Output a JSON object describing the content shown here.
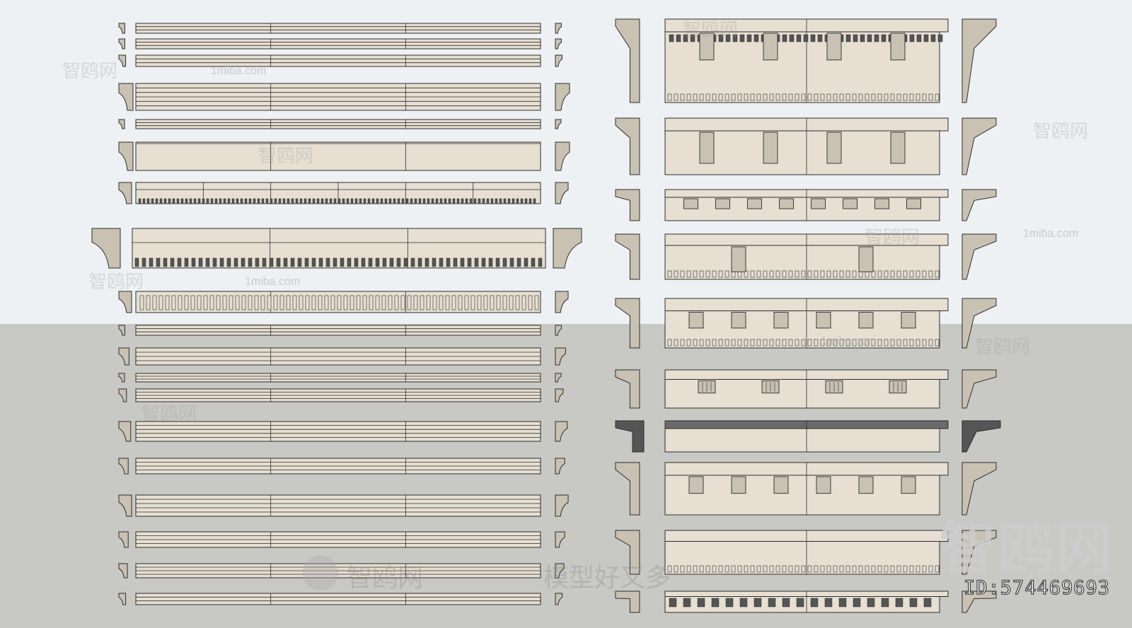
{
  "background": {
    "sky": "#eef1f4",
    "ground": "#c8c9c5"
  },
  "palette": {
    "molding_fill": "#e6dfd2",
    "molding_shade": "#c9c1b2",
    "edge": "#2d2d2d",
    "dark_face": "#555555"
  },
  "watermarks": {
    "brand_cn": "智鸥网",
    "site": "1miba.com",
    "slogan": "模型好又多"
  },
  "id_label": "ID:574469693",
  "left_panel": {
    "rows": [
      {
        "kind": "flat",
        "segments": 3
      },
      {
        "kind": "flat",
        "segments": 3
      },
      {
        "kind": "flat",
        "segments": 3
      },
      {
        "kind": "flat",
        "segments": 3
      },
      {
        "kind": "flat",
        "segments": 3
      },
      {
        "kind": "plain",
        "segments": 3
      },
      {
        "kind": "dentil",
        "segments": 6
      },
      {
        "kind": "big-dentil",
        "segments": 3
      },
      {
        "kind": "fluted",
        "segments": 3
      },
      {
        "kind": "flat",
        "segments": 3
      },
      {
        "kind": "flat",
        "segments": 3
      },
      {
        "kind": "flat",
        "segments": 3
      },
      {
        "kind": "flat",
        "segments": 3
      },
      {
        "kind": "flat",
        "segments": 3
      },
      {
        "kind": "flat",
        "segments": 3
      },
      {
        "kind": "flat",
        "segments": 3
      },
      {
        "kind": "flat",
        "segments": 3
      },
      {
        "kind": "flat",
        "segments": 3
      },
      {
        "kind": "flat",
        "segments": 3
      }
    ]
  },
  "right_panel": {
    "rows": [
      {
        "kind": "corbel-dentil",
        "brackets": 4
      },
      {
        "kind": "console",
        "brackets": 4
      },
      {
        "kind": "block",
        "brackets": 8
      },
      {
        "kind": "console-dentil",
        "brackets": 2
      },
      {
        "kind": "block-dentil",
        "brackets": 6
      },
      {
        "kind": "triglyph",
        "brackets": 4
      },
      {
        "kind": "dark-slab",
        "brackets": 0
      },
      {
        "kind": "block",
        "brackets": 6
      },
      {
        "kind": "dentil-band",
        "brackets": 0
      },
      {
        "kind": "checker",
        "brackets": 0
      }
    ]
  }
}
